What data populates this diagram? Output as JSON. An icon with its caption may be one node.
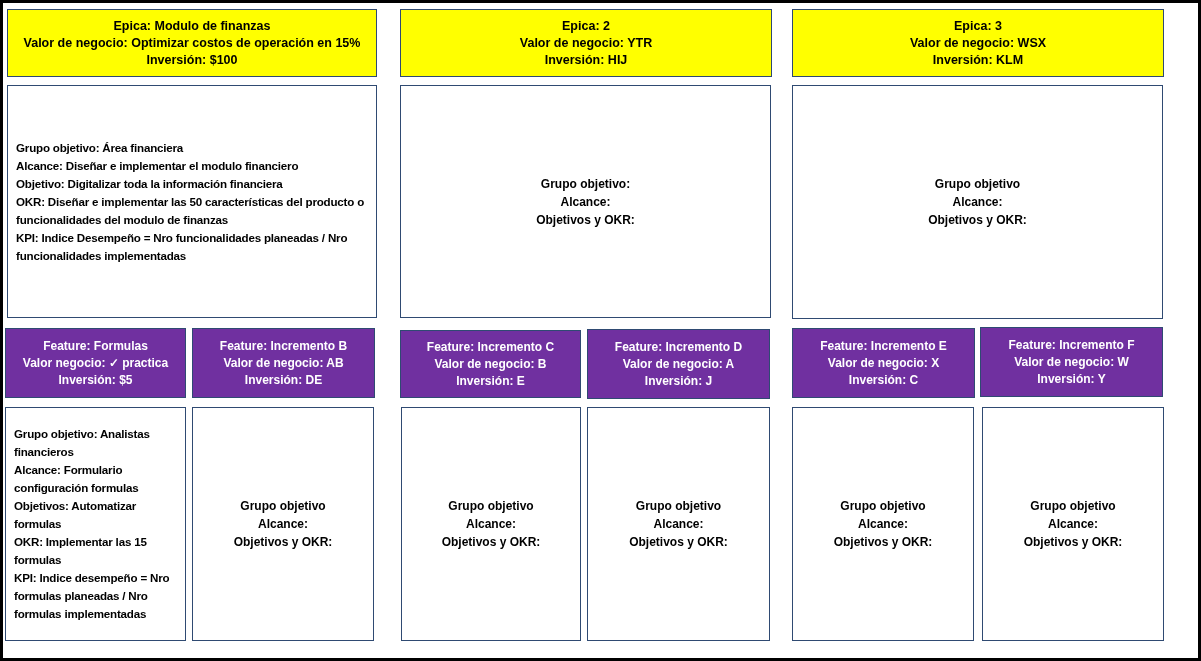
{
  "diagram": {
    "nodes": [
      {
        "text": [
          "Epica: Modulo de finanzas",
          "Valor de negocio: Optimizar costos de operación en 15%",
          "Inversión: $100"
        ]
      },
      {
        "text": [
          "Epica: 2",
          "Valor de negocio: YTR",
          "Inversión: HIJ"
        ]
      },
      {
        "text": [
          "Epica: 3",
          "Valor de negocio: WSX",
          "Inversión: KLM"
        ]
      },
      {
        "text": [
          "Grupo objetivo: Área financiera",
          "Alcance: Diseñar e implementar el modulo financiero",
          "Objetivo: Digitalizar toda la información financiera",
          "OKR: Diseñar e implementar las 50 características del producto o funcionalidades del modulo de finanzas",
          "KPI: Indice Desempeño = Nro funcionalidades planeadas / Nro funcionalidades implementadas"
        ]
      },
      {
        "text": [
          "Grupo objetivo:",
          "Alcance:",
          "Objetivos y OKR:"
        ]
      },
      {
        "text": [
          "Grupo objetivo",
          "Alcance:",
          "Objetivos y OKR:"
        ]
      },
      {
        "text": [
          "Feature: Formulas",
          "Valor negocio: ✓ practica",
          "Inversión: $5"
        ]
      },
      {
        "text": [
          "Feature: Incremento B",
          "Valor de negocio: AB",
          "Inversión: DE"
        ]
      },
      {
        "text": [
          "Feature: Incremento C",
          "Valor de negocio: B",
          "Inversión: E"
        ]
      },
      {
        "text": [
          "Feature: Incremento D",
          "Valor de negocio: A",
          "Inversión: J"
        ]
      },
      {
        "text": [
          "Feature: Incremento E",
          "Valor de negocio: X",
          "Inversión: C"
        ]
      },
      {
        "text": [
          "Feature: Incremento F",
          "Valor de negocio: W",
          "Inversión: Y"
        ]
      },
      {
        "text": [
          "Grupo objetivo: Analistas financieros",
          "Alcance: Formulario configuración formulas",
          "Objetivos: Automatizar formulas",
          "OKR: Implementar las 15 formulas",
          "KPI: Indice desempeño = Nro formulas planeadas / Nro formulas implementadas"
        ]
      },
      {
        "text": [
          "Grupo objetivo",
          "Alcance:",
          "Objetivos y OKR:"
        ]
      },
      {
        "text": [
          "Grupo objetivo",
          "Alcance:",
          "Objetivos y OKR:"
        ]
      },
      {
        "text": [
          "Grupo objetivo",
          "Alcance:",
          "Objetivos y OKR:"
        ]
      },
      {
        "text": [
          "Grupo objetivo",
          "Alcance:",
          "Objetivos y OKR:"
        ]
      },
      {
        "text": [
          "Grupo objetivo",
          "Alcance:",
          "Objetivos y OKR:"
        ]
      }
    ]
  }
}
